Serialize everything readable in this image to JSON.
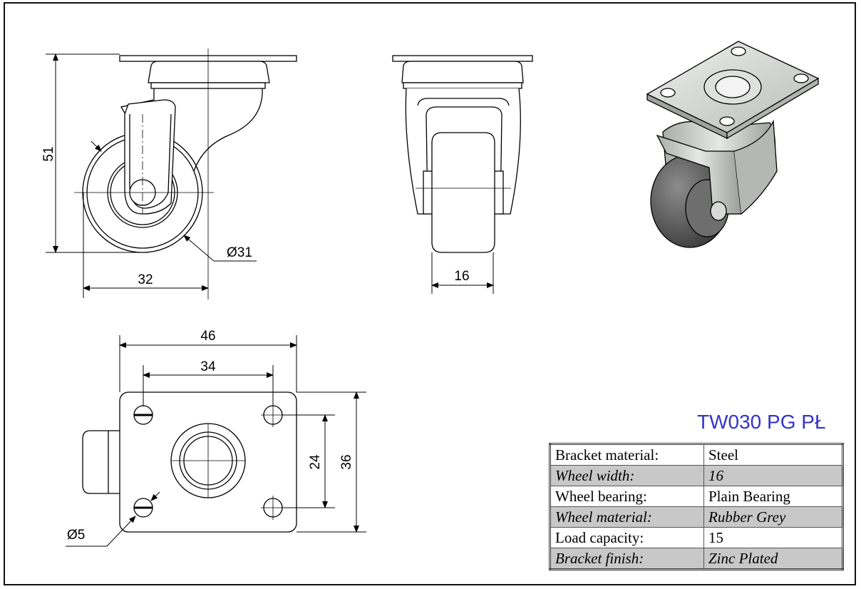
{
  "dimensions": {
    "side_height": "51",
    "side_width": "32",
    "wheel_diameter": "Ø31",
    "front_wheel_width": "16",
    "plate_width": "46",
    "hole_spacing_x": "34",
    "hole_spacing_y": "24",
    "plate_height": "36",
    "hole_diameter": "Ø5"
  },
  "model": "TW030 PG PŁ",
  "specs": [
    {
      "label": "Bracket material:",
      "value": "Steel"
    },
    {
      "label": "Wheel width:",
      "value": "16"
    },
    {
      "label": "Wheel bearing:",
      "value": "Plain Bearing"
    },
    {
      "label": "Wheel material:",
      "value": "Rubber Grey"
    },
    {
      "label": "Load capacity:",
      "value": "15"
    },
    {
      "label": "Bracket finish:",
      "value": "Zinc Plated"
    }
  ],
  "colors": {
    "model_text": "#3333cc",
    "row_shade": "#c8c8c8"
  }
}
